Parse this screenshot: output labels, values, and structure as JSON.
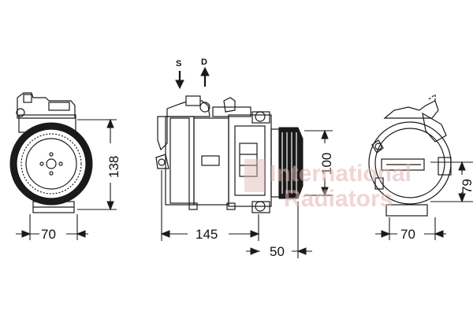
{
  "labels": {
    "suction": "S",
    "discharge": "D"
  },
  "dimensions": {
    "front_width": "70",
    "front_height": "138",
    "side_length": "145",
    "pulley_depth": "50",
    "side_height": "100",
    "rear_width": "70",
    "rear_height": "79"
  },
  "watermark": {
    "line1": "International",
    "line2": "Radiators"
  },
  "colors": {
    "line": "#1a1a1a",
    "watermark": "#e2b4b4"
  }
}
